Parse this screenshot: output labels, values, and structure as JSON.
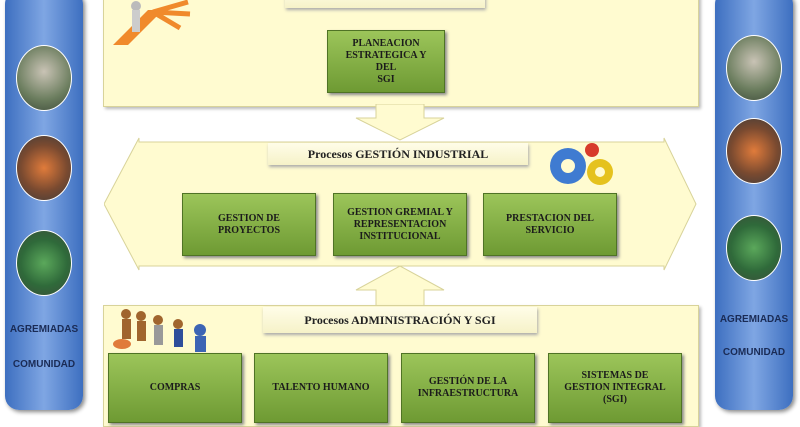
{
  "side_left": {
    "labels": [
      "AGREMIADAS",
      "COMUNIDAD"
    ]
  },
  "side_right": {
    "labels": [
      "AGREMIADAS",
      "COMUNIDAD"
    ]
  },
  "top": {
    "process": "PLANEACION\nESTRATEGICA Y DEL\nSGI"
  },
  "middle": {
    "title": "Procesos  GESTIÓN INDUSTRIAL",
    "processes": [
      "GESTION DE\nPROYECTOS",
      "GESTION GREMIAL Y\nREPRESENTACION\nINSTITUCIONAL",
      "PRESTACION DEL\nSERVICIO"
    ]
  },
  "bottom": {
    "title": "Procesos  ADMINISTRACIÓN Y SGI",
    "processes": [
      "COMPRAS",
      "TALENTO HUMANO",
      "GESTIÓN DE LA\nINFRAESTRUCTURA",
      "SISTEMAS DE\nGESTION INTEGRAL\n(SGI)"
    ]
  },
  "colors": {
    "panel": "#fffbd0",
    "green": "#8ab84a",
    "blue": "#5b86d0"
  }
}
